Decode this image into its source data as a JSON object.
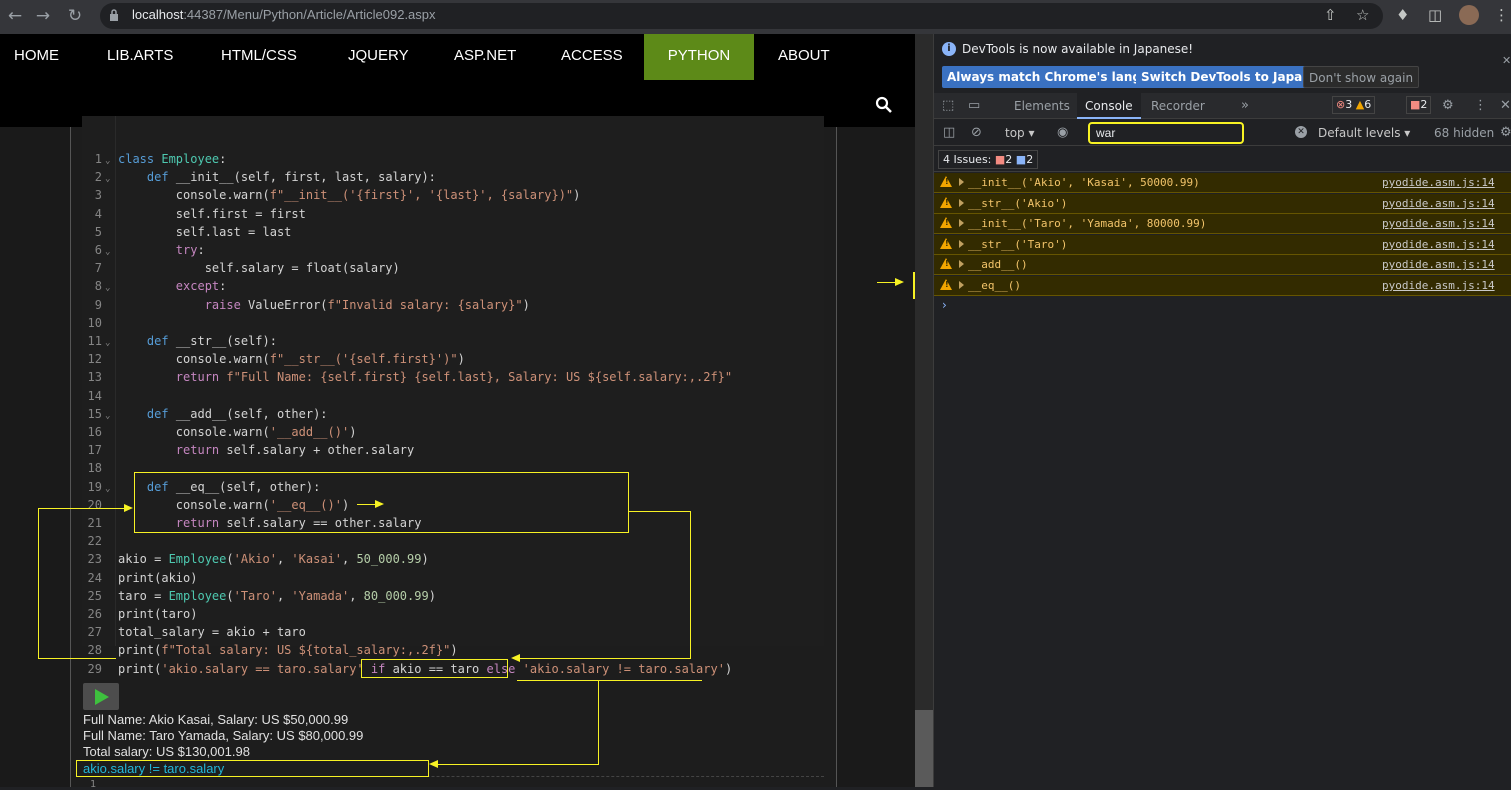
{
  "browser": {
    "url_host": "localhost",
    "url_rest": ":44387/Menu/Python/Article/Article092.aspx"
  },
  "site": {
    "nav": [
      "HOME",
      "LIB.ARTS",
      "HTML/CSS",
      "JQUERY",
      "ASP.NET",
      "ACCESS",
      "PYTHON",
      "ABOUT"
    ],
    "active_nav": "PYTHON"
  },
  "code": {
    "line_numbers": [
      "1",
      "2",
      "3",
      "4",
      "5",
      "6",
      "7",
      "8",
      "9",
      "10",
      "11",
      "12",
      "13",
      "14",
      "15",
      "16",
      "17",
      "18",
      "19",
      "20",
      "21",
      "22",
      "23",
      "24",
      "25",
      "26",
      "27",
      "28",
      "29"
    ],
    "lines": [
      "class Employee:",
      "    def __init__(self, first, last, salary):",
      "        console.warn(f\"__init__('{first}', '{last}', {salary})\")",
      "        self.first = first",
      "        self.last = last",
      "        try:",
      "            self.salary = float(salary)",
      "        except:",
      "            raise ValueError(f\"Invalid salary: {salary}\")",
      "",
      "    def __str__(self):",
      "        console.warn(f\"__str__('{self.first}')\")",
      "        return f\"Full Name: {self.first} {self.last}, Salary: US ${self.salary:,.2f}\"",
      "",
      "    def __add__(self, other):",
      "        console.warn('__add__()')",
      "        return self.salary + other.salary",
      "",
      "    def __eq__(self, other):",
      "        console.warn('__eq__()')",
      "        return self.salary == other.salary",
      "",
      "akio = Employee('Akio', 'Kasai', 50_000.99)",
      "print(akio)",
      "taro = Employee('Taro', 'Yamada', 80_000.99)",
      "print(taro)",
      "total_salary = akio + taro",
      "print(f\"Total salary: US ${total_salary:,.2f}\")",
      "print('akio.salary == taro.salary' if akio == taro else 'akio.salary != taro.salary')"
    ],
    "next_line_number": "1"
  },
  "output": [
    "Full Name: Akio Kasai, Salary: US $50,000.99",
    "Full Name: Taro Yamada, Salary: US $80,000.99",
    "Total salary: US $130,001.98",
    "akio.salary != taro.salary"
  ],
  "devtools": {
    "info_text": "DevTools is now available in Japanese!",
    "btn_match": "Always match Chrome's language",
    "btn_switch": "Switch DevTools to Japanese",
    "btn_dont": "Don't show again",
    "tabs": [
      "Elements",
      "Console",
      "Recorder"
    ],
    "active_tab": "Console",
    "error_count": "3",
    "warn_count": "6",
    "issue_count": "2",
    "context": "top",
    "filter_value": "war",
    "levels": "Default levels",
    "hidden": "68 hidden",
    "issues_label": "4 Issues:",
    "issues_red": "2",
    "issues_blue": "2",
    "logs": [
      {
        "msg": "__init__('Akio', 'Kasai', 50000.99)",
        "src": "pyodide.asm.js:14"
      },
      {
        "msg": "__str__('Akio')",
        "src": "pyodide.asm.js:14"
      },
      {
        "msg": "__init__('Taro', 'Yamada', 80000.99)",
        "src": "pyodide.asm.js:14"
      },
      {
        "msg": "__str__('Taro')",
        "src": "pyodide.asm.js:14"
      },
      {
        "msg": "__add__()",
        "src": "pyodide.asm.js:14"
      },
      {
        "msg": "__eq__()",
        "src": "pyodide.asm.js:14"
      }
    ]
  },
  "colors": {
    "accent": "#5d8a18",
    "annotation": "#f7f224"
  }
}
